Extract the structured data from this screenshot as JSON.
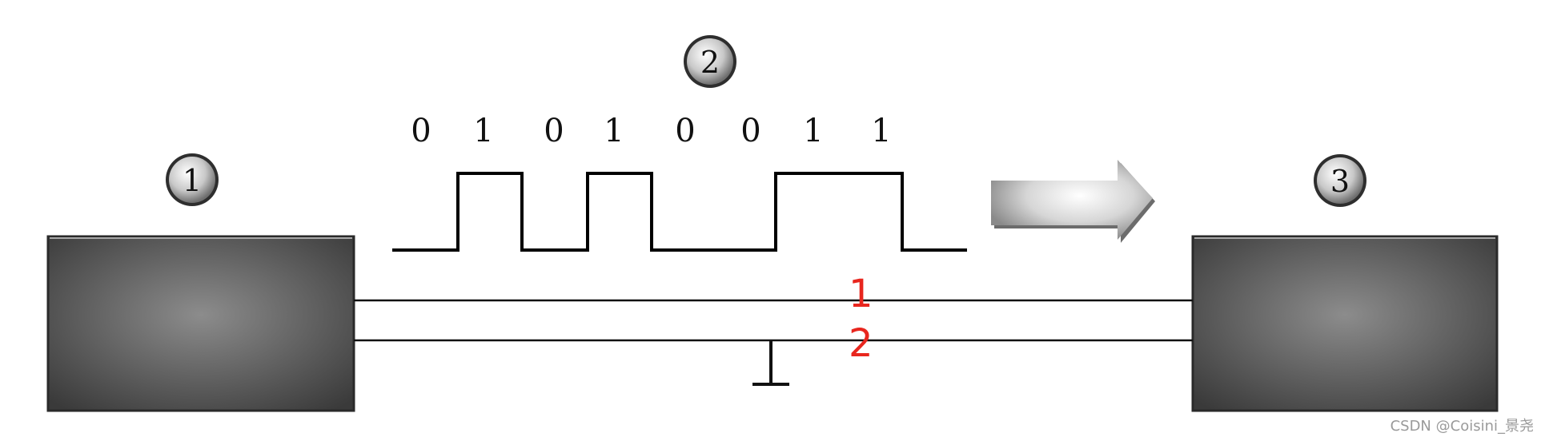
{
  "badges": {
    "left": "1",
    "signal": "2",
    "right": "3"
  },
  "bits": [
    "0",
    "1",
    "0",
    "1",
    "0",
    "0",
    "1",
    "1"
  ],
  "wires": {
    "top_label": "1",
    "bottom_label": "2"
  },
  "watermark": "CSDN @Coisini_景尧",
  "colors": {
    "wire_label": "#e8261e",
    "box_center": "#8a8a8a",
    "box_edge": "#3a3a3a",
    "signal": "#000000"
  },
  "icons": {
    "direction": "arrow-right-icon",
    "ground": "ground-symbol-icon"
  }
}
